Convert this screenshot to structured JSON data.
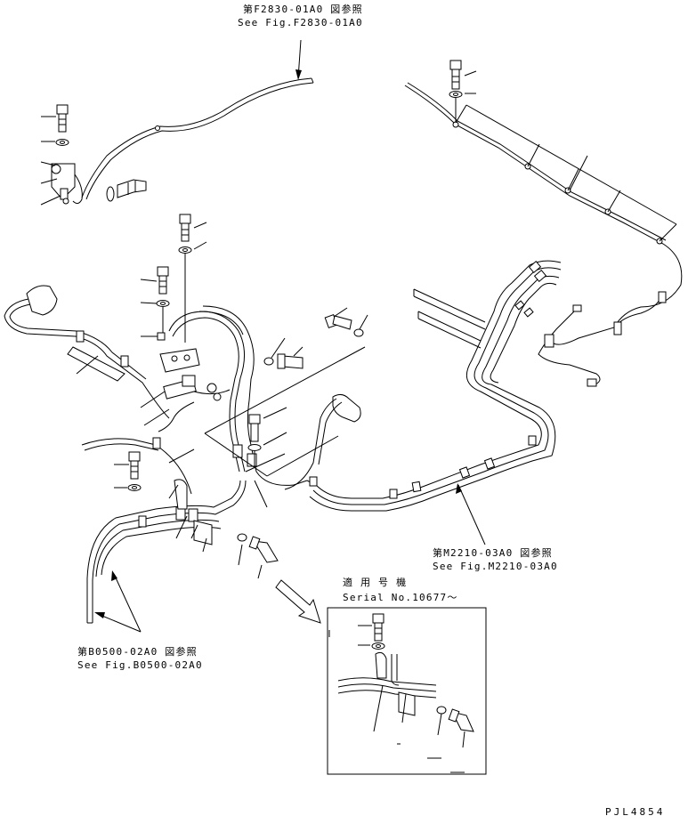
{
  "references": {
    "top": {
      "jp": "第F2830-01A0 図参照",
      "en": "See Fig.F2830-01A0"
    },
    "right": {
      "jp": "第M2210-03A0 図参照",
      "en": "See Fig.M2210-03A0"
    },
    "left": {
      "jp": "第B0500-02A0 図参照",
      "en": "See Fig.B0500-02A0"
    }
  },
  "inset": {
    "title_jp": "適 用 号 機",
    "serial": "Serial No.10677～"
  },
  "drawing_number": "PJL4854"
}
